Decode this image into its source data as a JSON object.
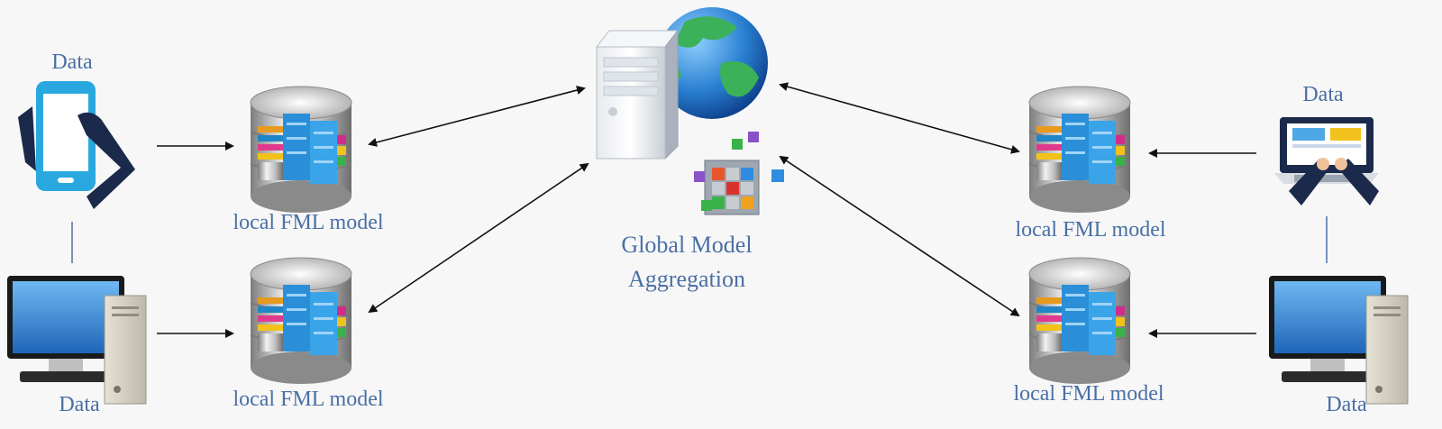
{
  "labels": {
    "data_top_left": "Data",
    "data_bottom_left": "Data",
    "data_top_right": "Data",
    "data_bottom_right": "Data",
    "model_top_left": "local FML model",
    "model_bottom_left": "local FML model",
    "model_top_right": "local FML model",
    "model_bottom_right": "local FML model",
    "center_line1": "Global Model",
    "center_line2": "Aggregation"
  },
  "icons": {
    "device_top_left": "smartphone-icon",
    "device_bottom_left": "desktop-computer-icon",
    "device_top_right": "laptop-icon",
    "device_bottom_right": "desktop-computer-icon",
    "model": "database-icon",
    "server": "server-icon",
    "globe": "globe-icon",
    "cube": "cube-cluster-icon"
  },
  "colors": {
    "label_text": "#4a6fa5",
    "arrow": "#111111",
    "phone": "#29a8e0",
    "hand": "#1b2a4a",
    "monitor_screen": "#1f78c8"
  }
}
